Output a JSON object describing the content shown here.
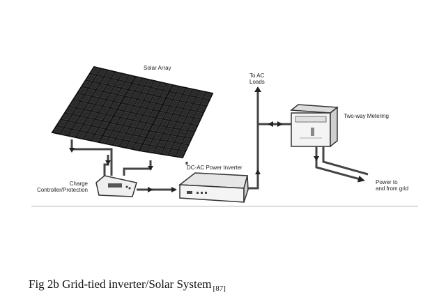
{
  "labels": {
    "solar_array": "Solar Array",
    "to_ac_loads_line1": "To AC",
    "to_ac_loads_line2": "Loads",
    "two_way_metering": "Two-way Metering",
    "charge_controller_line1": "Charge",
    "charge_controller_line2": "Controller/Protection",
    "inverter": "DC-AC Power Inverter",
    "power_grid_line1": "Power to",
    "power_grid_line2": "and from grid"
  },
  "caption": {
    "text": "Fig 2b Grid-tied inverter/Solar System",
    "ref": "[87]"
  },
  "colors": {
    "panel_frame": "#1a1a1a",
    "panel_cell": "#2b2b2b",
    "wire": "#3a3a3a",
    "device_fill": "#efefef"
  }
}
